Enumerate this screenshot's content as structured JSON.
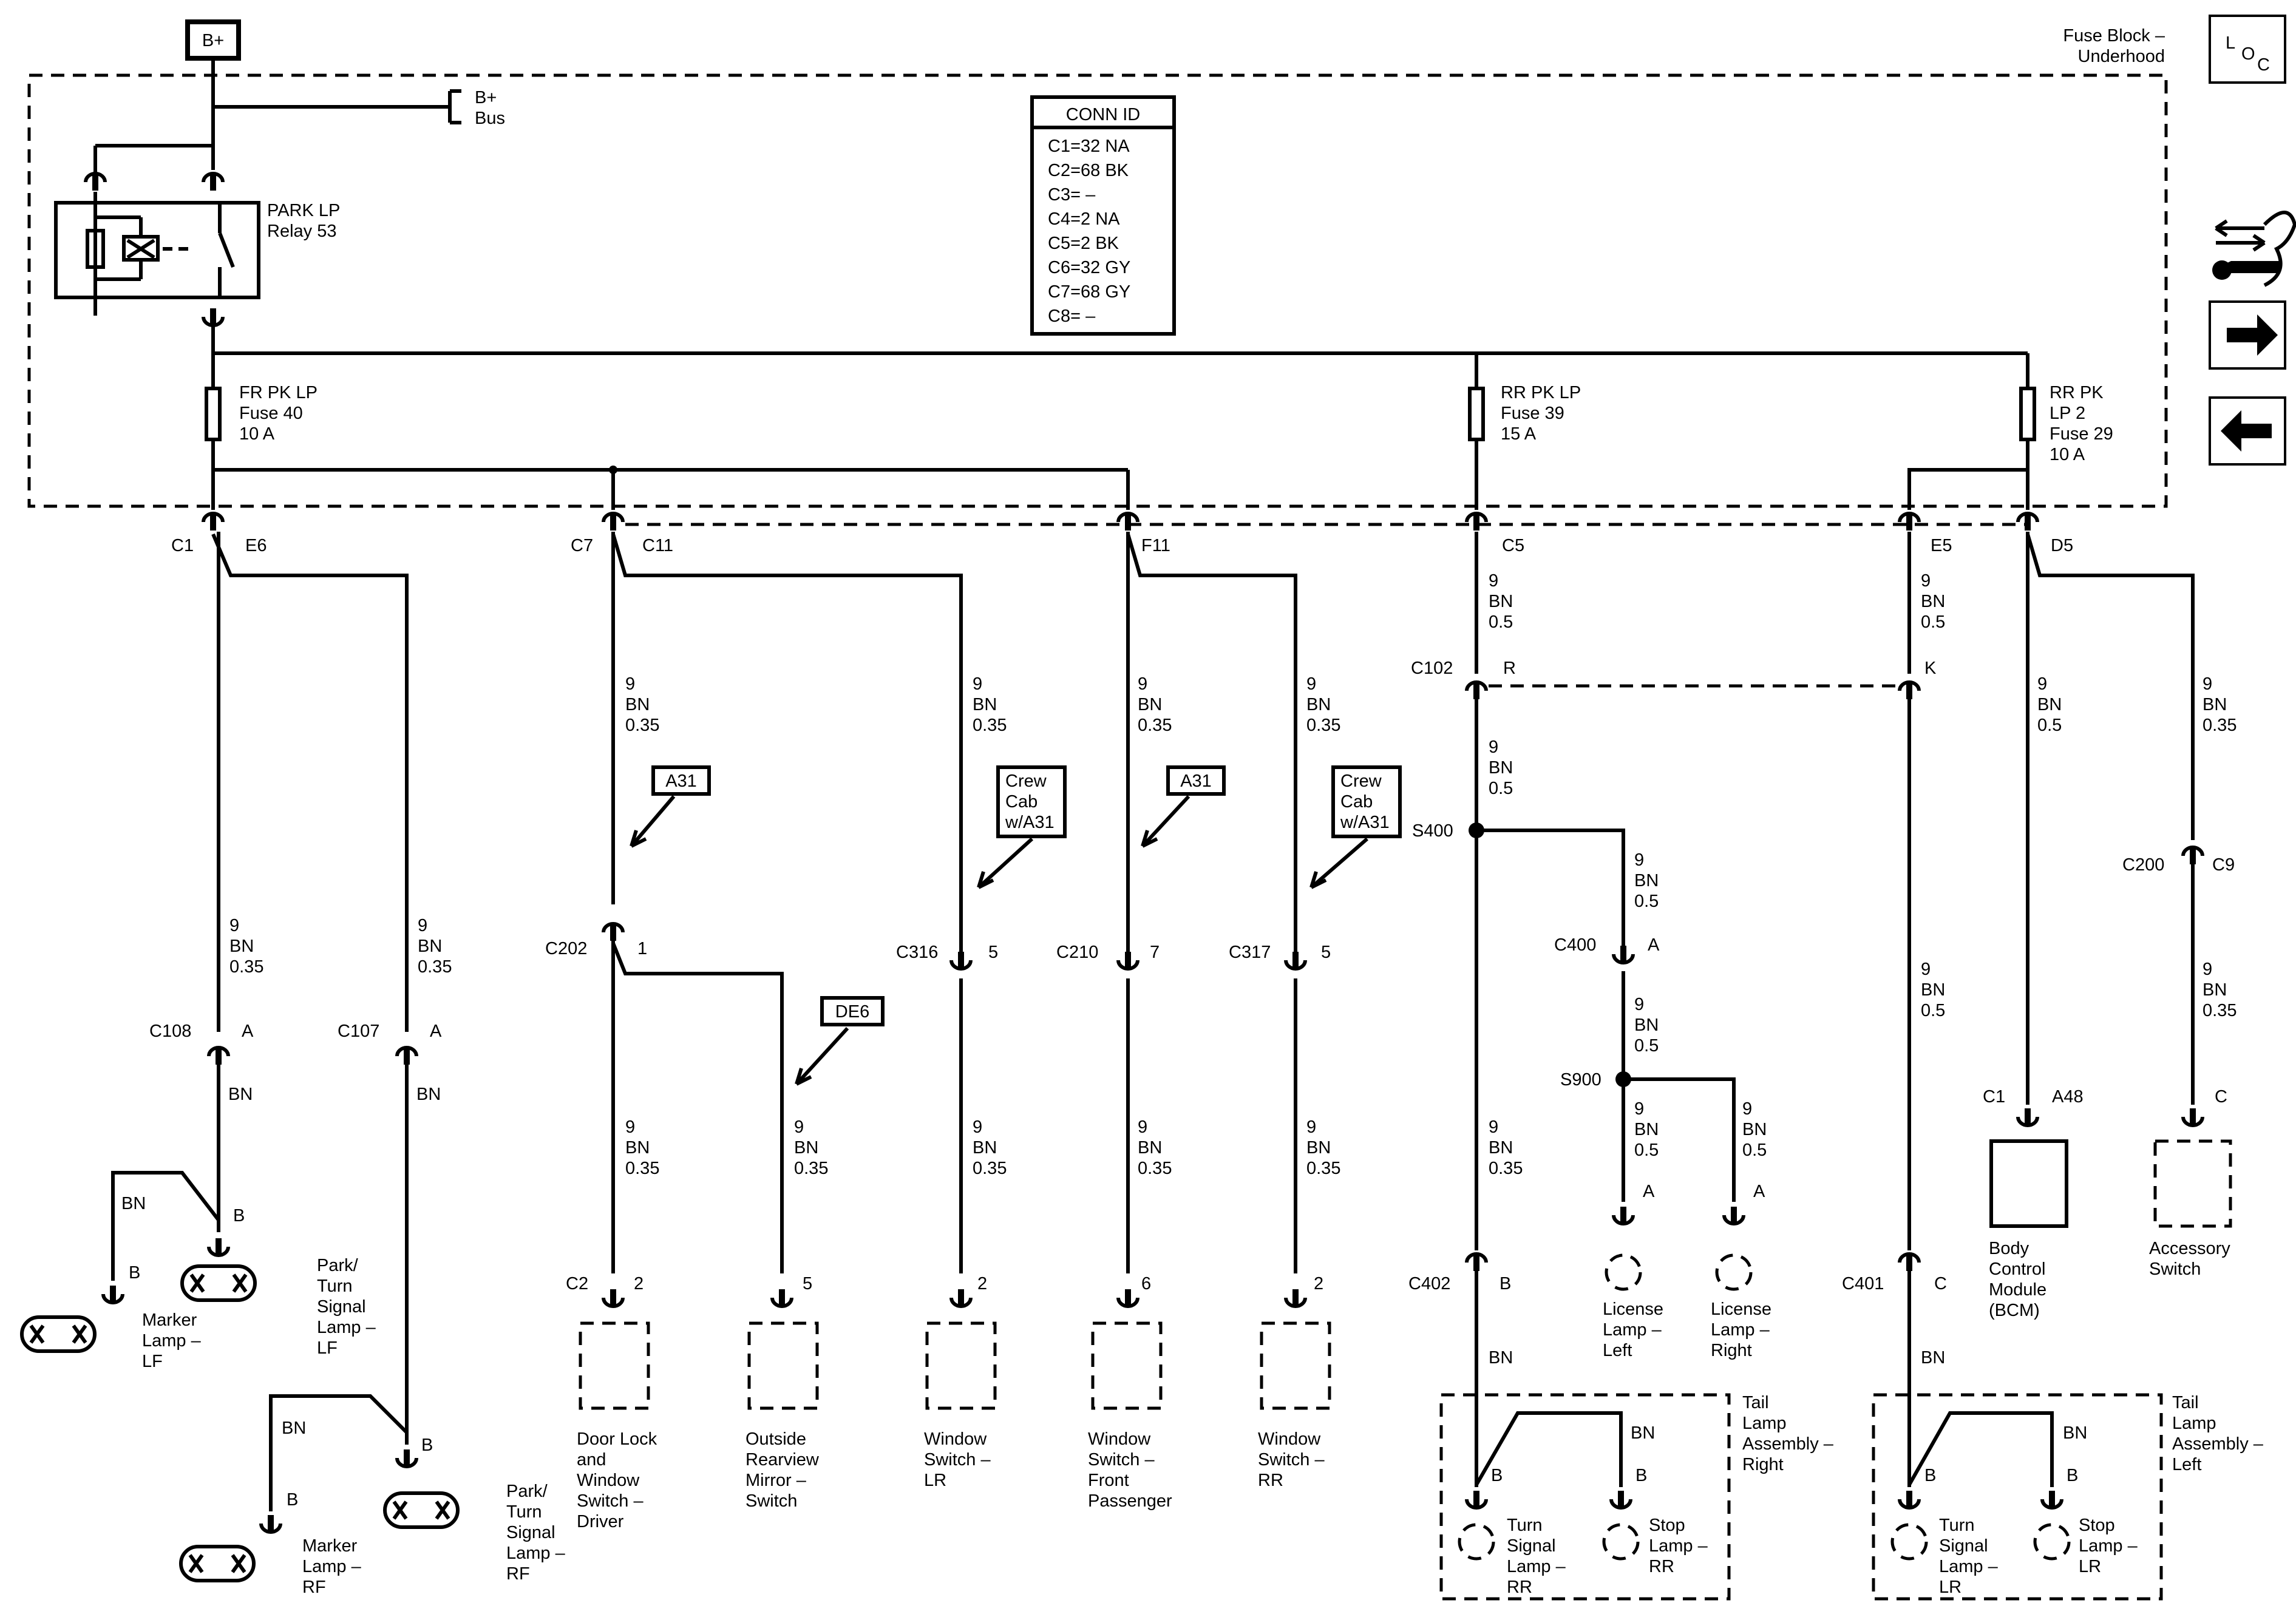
{
  "header": {
    "bplus": "B+",
    "fuse_block_line1": "Fuse Block –",
    "fuse_block_line2": "Underhood",
    "loc": [
      "L",
      "O",
      "C"
    ]
  },
  "relay": {
    "line1": "PARK LP",
    "line2": "Relay 53"
  },
  "bus": {
    "line1": "B+",
    "line2": "Bus"
  },
  "conn_id": {
    "title": "CONN ID",
    "rows": [
      "C1=32 NA",
      "C2=68 BK",
      "C3= –",
      "C4=2 NA",
      "C5=2 BK",
      "C6=32 GY",
      "C7=68 GY",
      "C8= –"
    ]
  },
  "fuses": [
    {
      "lines": [
        "FR PK LP",
        "Fuse 40",
        "10 A"
      ]
    },
    {
      "lines": [
        "RR PK LP",
        "Fuse 39",
        "15 A"
      ]
    },
    {
      "lines": [
        "RR PK",
        "LP 2",
        "Fuse 29",
        "10 A"
      ]
    }
  ],
  "connector_labels": {
    "c1": "C1",
    "e6": "E6",
    "c7": "C7",
    "c11": "C11",
    "f11": "F11",
    "c5": "C5",
    "e5": "E5",
    "d5": "D5",
    "c102": "C102",
    "r": "R",
    "k": "K",
    "s400": "S400",
    "c400": "C400",
    "c400_pin": "A",
    "s900": "S900",
    "c200": "C200",
    "c200_pin": "C9",
    "c108": "C108",
    "c108_pin": "A",
    "c107": "C107",
    "c107_pin": "A",
    "c202": "C202",
    "c202_pin": "1",
    "c316": "C316",
    "c316_pin": "5",
    "c210": "C210",
    "c210_pin": "7",
    "c317": "C317",
    "c317_pin": "5",
    "c402": "C402",
    "c402_pin": "B",
    "c401": "C401",
    "c401_pin": "C",
    "bcm_c1": "C1",
    "bcm_pin": "A48",
    "acc_pin": "C"
  },
  "wires": {
    "w_935": [
      "9",
      "BN",
      "0.35"
    ],
    "w_905": [
      "9",
      "BN",
      "0.5"
    ],
    "bn": "BN"
  },
  "options": {
    "a31": "A31",
    "crew": [
      "Crew",
      "Cab",
      "w/A31"
    ],
    "de6": "DE6"
  },
  "components": {
    "marker_lf": [
      "Marker",
      "Lamp –",
      "LF"
    ],
    "park_lf": [
      "Park/",
      "Turn",
      "Signal",
      "Lamp –",
      "LF"
    ],
    "marker_rf": [
      "Marker",
      "Lamp –",
      "RF"
    ],
    "park_rf": [
      "Park/",
      "Turn",
      "Signal",
      "Lamp –",
      "RF"
    ],
    "door_lock": [
      "Door Lock",
      "and",
      "Window",
      "Switch –",
      "Driver"
    ],
    "mirror": [
      "Outside",
      "Rearview",
      "Mirror –",
      "Switch"
    ],
    "win_lr": [
      "Window",
      "Switch –",
      "LR"
    ],
    "win_fp": [
      "Window",
      "Switch –",
      "Front",
      "Passenger"
    ],
    "win_rr": [
      "Window",
      "Switch –",
      "RR"
    ],
    "lic_left": [
      "License",
      "Lamp –",
      "Left"
    ],
    "lic_right": [
      "License",
      "Lamp –",
      "Right"
    ],
    "bcm": [
      "Body",
      "Control",
      "Module",
      "(BCM)"
    ],
    "acc": [
      "Accessory",
      "Switch"
    ],
    "tail_right": [
      "Tail",
      "Lamp",
      "Assembly –",
      "Right"
    ],
    "tail_left": [
      "Tail",
      "Lamp",
      "Assembly –",
      "Left"
    ],
    "turn_rr": [
      "Turn",
      "Signal",
      "Lamp –",
      "RR"
    ],
    "stop_rr": [
      "Stop",
      "Lamp –",
      "RR"
    ],
    "turn_lr": [
      "Turn",
      "Signal",
      "Lamp –",
      "LR"
    ],
    "stop_lr": [
      "Stop",
      "Lamp –",
      "LR"
    ]
  },
  "pins": {
    "a": "A",
    "b": "B",
    "c": "C",
    "p1": "1",
    "p2": "2",
    "p5": "5",
    "p6": "6",
    "p7": "7"
  }
}
